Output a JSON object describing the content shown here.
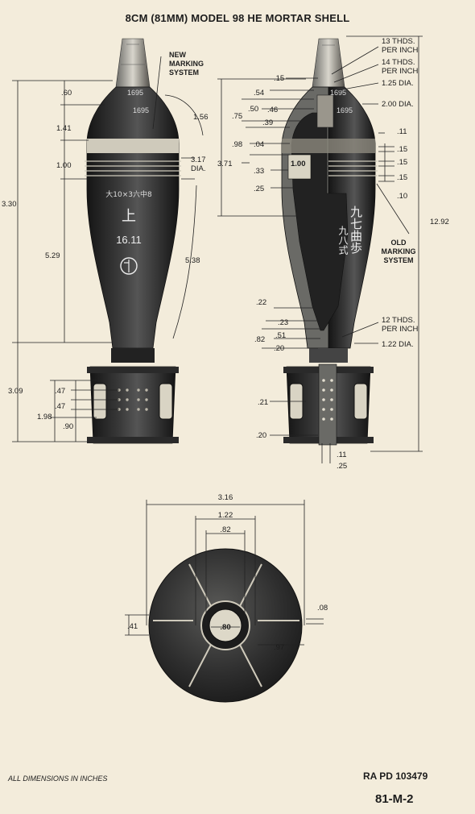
{
  "title": "8CM (81MM) MODEL 98 HE MORTAR SHELL",
  "side_view": {
    "callouts": {
      "new_marking_line1": "NEW",
      "new_marking_line2": "MARKING",
      "new_marking_line3": "SYSTEM"
    },
    "body_markings": {
      "lot_top": "1695",
      "lot_second": "1695",
      "stencil": "大10×3六中8",
      "kanji_top": "上",
      "weight": "16.11"
    },
    "dims": {
      "d060": ".60",
      "d141": "1.41",
      "d100": "1.00",
      "d330": "3.30",
      "d529": "5.29",
      "d309": "3.09",
      "d047a": ".47",
      "d047b": ".47",
      "d198": "1.98",
      "d090": ".90",
      "d156": "1.56",
      "d317": "3.17",
      "dia": "DIA.",
      "d538": "5.38"
    }
  },
  "section_view": {
    "body_markings": {
      "lot_top": "1695",
      "lot_second": "1695",
      "kanji_col1": "九七曲歩",
      "kanji_col2": "九八式"
    },
    "callouts": {
      "thds13_line1": "13 THDS.",
      "thds13_line2": "PER INCH",
      "thds14_line1": "14 THDS.",
      "thds14_line2": "PER INCH",
      "d125": "1.25 DIA.",
      "d200": "2.00 DIA.",
      "old_marking_line1": "OLD",
      "old_marking_line2": "MARKING",
      "old_marking_line3": "SYSTEM",
      "thds12_line1": "12 THDS.",
      "thds12_line2": "PER INCH",
      "d122": "1.22 DIA."
    },
    "dims": {
      "d015": ".15",
      "d054": ".54",
      "d050": ".50",
      "d046": ".46",
      "d075": ".75",
      "d039": ".39",
      "d098": ".98",
      "d004": ".04",
      "d100": "1.00",
      "d371": "3.71",
      "d033": ".33",
      "d025": ".25",
      "d1292": "12.92",
      "r011": ".11",
      "r015a": ".15",
      "r015b": ".15",
      "r015c": ".15",
      "r010": ".10",
      "d022": ".22",
      "d023": ".23",
      "d051": ".51",
      "d082": ".82",
      "d020": ".20",
      "d021": ".21",
      "d020b": ".20",
      "d011b": ".11",
      "d025b": ".25"
    }
  },
  "base_view": {
    "dims": {
      "d316": "3.16",
      "d122": "1.22",
      "d082": ".82",
      "d080": ".80",
      "d041": ".41",
      "d008": ".08",
      "d097": ".97"
    }
  },
  "footer": {
    "note": "ALL DIMENSIONS IN INCHES",
    "ref": "RA PD 103479",
    "code": "81-M-2"
  },
  "colors": {
    "paper": "#f3ecdb",
    "shell": "#2b2b2b",
    "shell_light": "#8a8a86",
    "band": "#d9d4c4",
    "ink": "#1c1c1c"
  }
}
